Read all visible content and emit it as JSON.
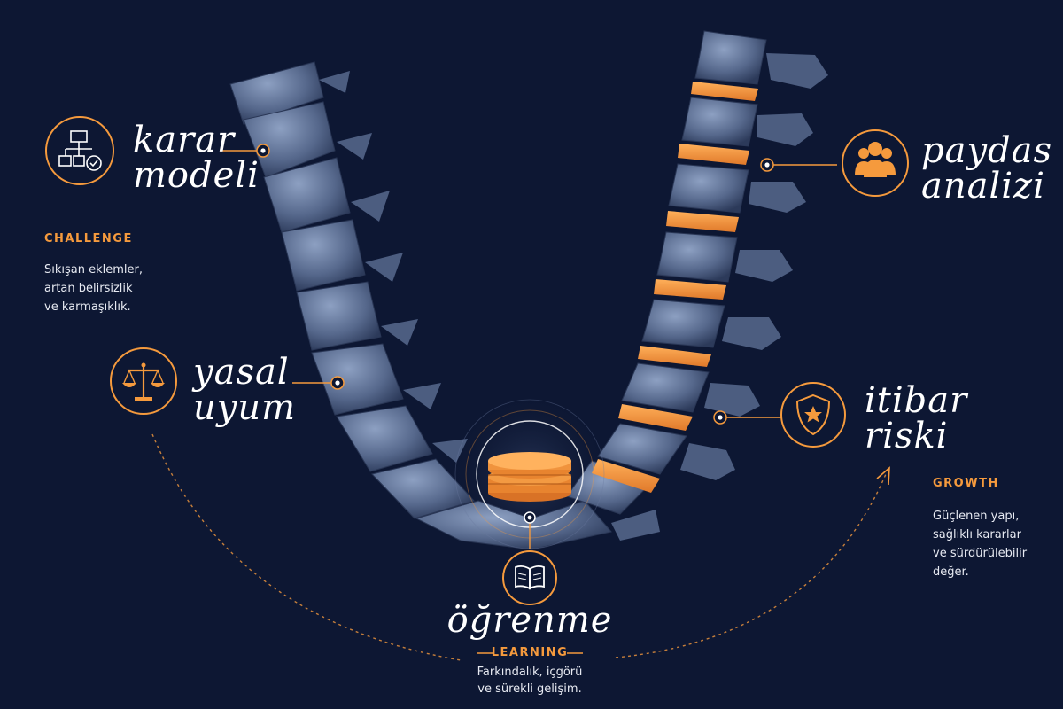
{
  "nodes": {
    "karar_modeli": {
      "line1": "karar",
      "line2": "modeli",
      "icon": "flowchart-check-icon"
    },
    "paydas_analizi": {
      "line1": "paydas",
      "line2": "analizi",
      "icon": "people-group-icon"
    },
    "yasal_uyum": {
      "line1": "yasal",
      "line2": "uyum",
      "icon": "balance-scale-icon"
    },
    "itibar_riski": {
      "line1": "itibar",
      "line2": "riski",
      "icon": "shield-star-icon"
    },
    "ogrenme": {
      "line1": "öğrenme",
      "icon": "open-book-icon"
    }
  },
  "challenge": {
    "heading": "CHALLENGE",
    "lines": [
      "Sıkışan eklemler,",
      "artan belirsizlik",
      "ve karmaşıklık."
    ]
  },
  "learning": {
    "heading": "LEARNING",
    "lines": [
      "Farkındalık, içgörü",
      "ve sürekli gelişim."
    ]
  },
  "growth": {
    "heading": "GROWTH",
    "lines": [
      "Güçlenen yapı,",
      "sağlıklı kararlar",
      "ve sürdürülebilir",
      "değer."
    ]
  },
  "colors": {
    "background": "#0d1733",
    "accent": "#f59a3d",
    "bone": "#5d6f92",
    "text": "#ffffff"
  }
}
